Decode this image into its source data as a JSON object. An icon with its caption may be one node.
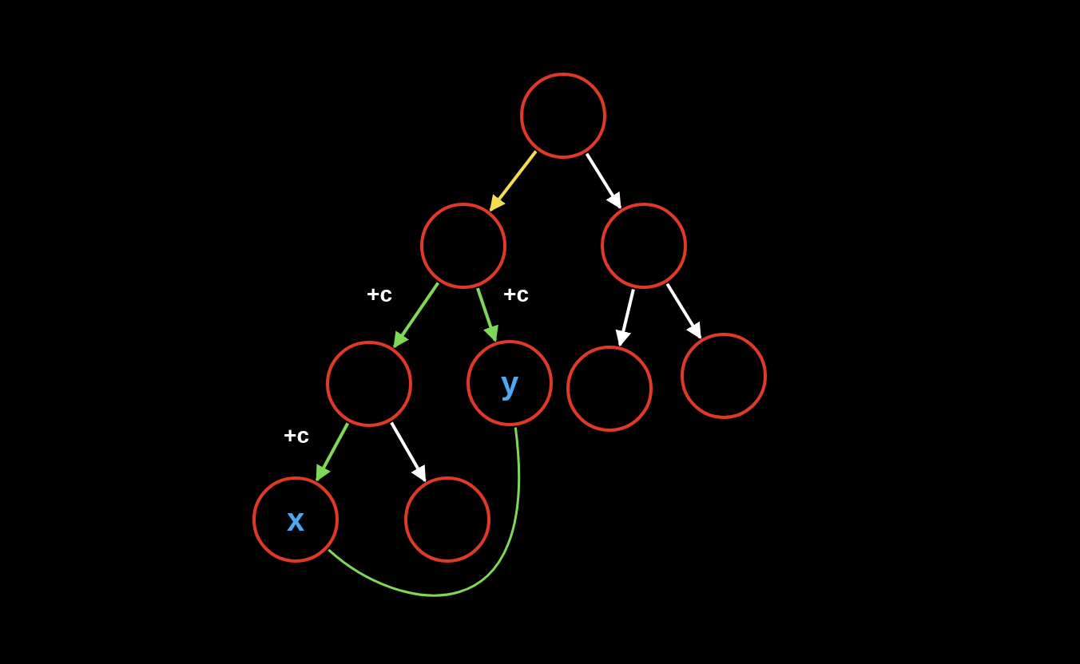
{
  "diagram": {
    "nodes": [
      {
        "text": [],
        "shape": "circle"
      },
      {
        "text": [],
        "shape": "circle"
      },
      {
        "text": [],
        "shape": "circle"
      },
      {
        "text": [],
        "shape": "circle"
      },
      {
        "text": [
          "y"
        ]
      },
      {
        "text": [],
        "shape": "circle"
      },
      {
        "text": [],
        "shape": "circle"
      },
      {
        "text": [
          "x"
        ]
      },
      {
        "text": [],
        "shape": "circle"
      }
    ],
    "edges": [
      {
        "from": 0,
        "to": 1,
        "arrow": "to",
        "color": "#f7dc4f"
      },
      {
        "from": 0,
        "to": 2,
        "arrow": "to"
      },
      {
        "from": 1,
        "to": 3,
        "arrow": "to",
        "label": "+c",
        "color": "#7ed957"
      },
      {
        "from": 1,
        "to": 4,
        "arrow": "to",
        "label": "+c",
        "color": "#7ed957"
      },
      {
        "from": 2,
        "to": 5,
        "arrow": "to"
      },
      {
        "from": 2,
        "to": 6,
        "arrow": "to"
      },
      {
        "from": 3,
        "to": 7,
        "arrow": "to",
        "label": "+c",
        "color": "#7ed957"
      },
      {
        "from": 3,
        "to": 8,
        "arrow": "to"
      },
      {
        "from": 7,
        "to": 4,
        "arrow": "none",
        "color": "#7ed957"
      }
    ]
  }
}
